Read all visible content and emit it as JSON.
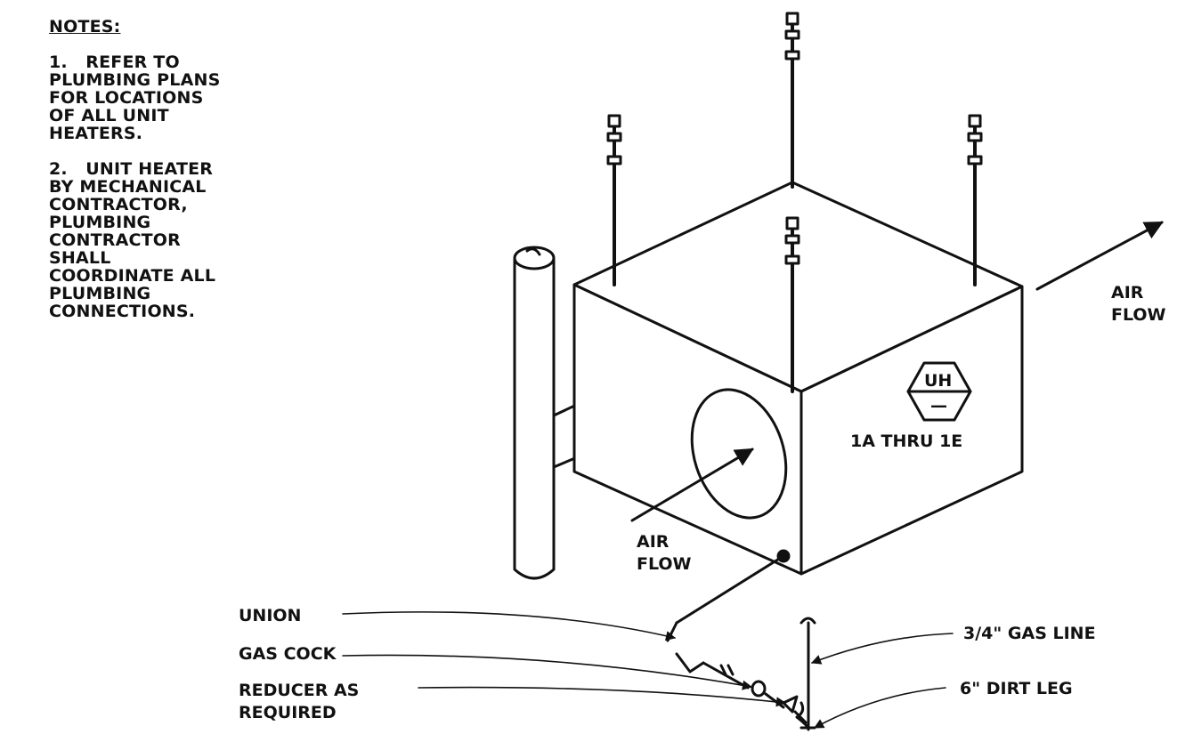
{
  "notes": {
    "title": "NOTES:",
    "note1": [
      "1.   REFER TO",
      "PLUMBING PLANS",
      "FOR LOCATIONS",
      "OF ALL UNIT",
      "HEATERS."
    ],
    "note2": [
      "2.   UNIT HEATER",
      "BY MECHANICAL",
      "CONTRACTOR,",
      "PLUMBING",
      "CONTRACTOR",
      "SHALL",
      "COORDINATE ALL",
      "PLUMBING",
      "CONNECTIONS."
    ]
  },
  "labels": {
    "air_flow_out": [
      "AIR",
      "FLOW"
    ],
    "air_flow_in": [
      "AIR",
      "FLOW"
    ],
    "tag_code": "UH",
    "tag_dash": "—",
    "tag_range": "1A THRU 1E",
    "union": "UNION",
    "gas_cock": "GAS COCK",
    "reducer": [
      "REDUCER AS",
      "REQUIRED"
    ],
    "gas_line": "3/4\" GAS LINE",
    "dirt_leg": "6\" DIRT LEG"
  }
}
